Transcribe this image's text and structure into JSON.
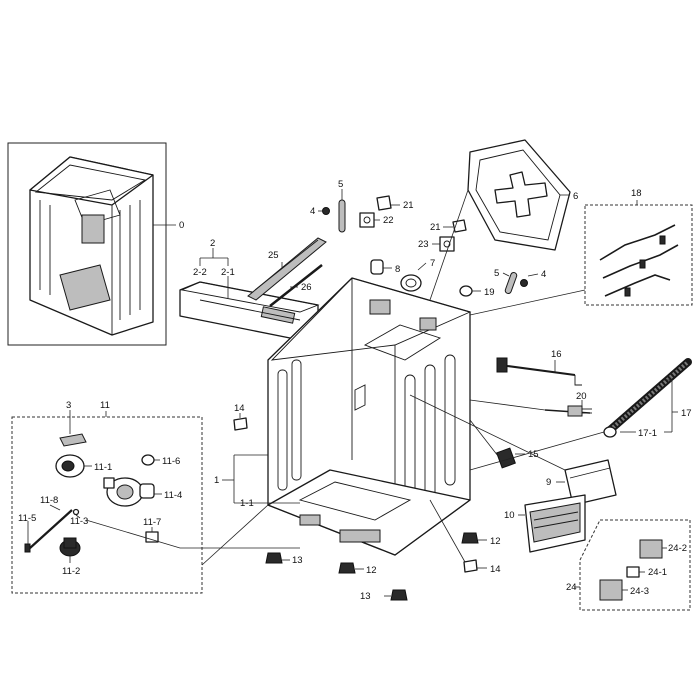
{
  "callouts": {
    "c0": "0",
    "c1": "1",
    "c1_1": "1-1",
    "c2": "2",
    "c2_1": "2-1",
    "c2_2": "2-2",
    "c3": "3",
    "c4a": "4",
    "c4b": "4",
    "c5a": "5",
    "c5b": "5",
    "c6": "6",
    "c7": "7",
    "c8": "8",
    "c9": "9",
    "c10": "10",
    "c11": "11",
    "c11_1": "11-1",
    "c11_2": "11-2",
    "c11_3": "11-3",
    "c11_4": "11-4",
    "c11_5": "11-5",
    "c11_6": "11-6",
    "c11_7": "11-7",
    "c11_8": "11-8",
    "c12a": "12",
    "c12b": "12",
    "c13a": "13",
    "c13b": "13",
    "c14a": "14",
    "c14b": "14",
    "c15": "15",
    "c16": "16",
    "c17": "17",
    "c17_1": "17-1",
    "c18": "18",
    "c19": "19",
    "c20": "20",
    "c21a": "21",
    "c21b": "21",
    "c22": "22",
    "c23": "23",
    "c24": "24",
    "c24_1": "24-1",
    "c24_2": "24-2",
    "c24_3": "24-3",
    "c25": "25",
    "c26": "26"
  }
}
